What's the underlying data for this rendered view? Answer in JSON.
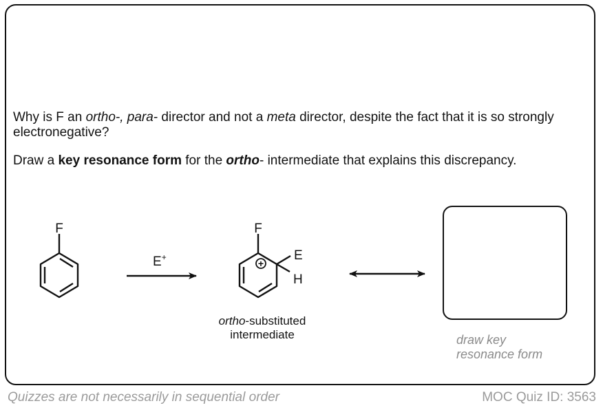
{
  "question": {
    "line1_parts": [
      {
        "text": "Why is F an ",
        "style": "normal"
      },
      {
        "text": "ortho-, para-",
        "style": "italic"
      },
      {
        "text": " director and not a ",
        "style": "normal"
      },
      {
        "text": "meta",
        "style": "italic"
      },
      {
        "text": " director, despite the fact that it is so strongly electronegative?",
        "style": "normal"
      }
    ],
    "line2_parts": [
      {
        "text": "Draw a ",
        "style": "normal"
      },
      {
        "text": "key resonance form",
        "style": "bold"
      },
      {
        "text": " for the ",
        "style": "normal"
      },
      {
        "text": "ortho",
        "style": "bolditalic"
      },
      {
        "text": "- intermediate that explains this discrepancy.",
        "style": "normal"
      }
    ]
  },
  "scheme": {
    "reactant_substituent": "F",
    "reagent": "E",
    "reagent_charge": "+",
    "intermediate_substituent": "F",
    "intermediate_group_1": "E",
    "intermediate_group_2": "H",
    "charge_symbol": "+",
    "intermediate_label_italic": "ortho",
    "intermediate_label_rest": "-substituted",
    "intermediate_label_line2": "intermediate",
    "answer_hint_line1": "draw key",
    "answer_hint_line2": "resonance form"
  },
  "footer": {
    "left": "Quizzes are not necessarily in sequential order",
    "right": "MOC Quiz ID: 3563"
  }
}
